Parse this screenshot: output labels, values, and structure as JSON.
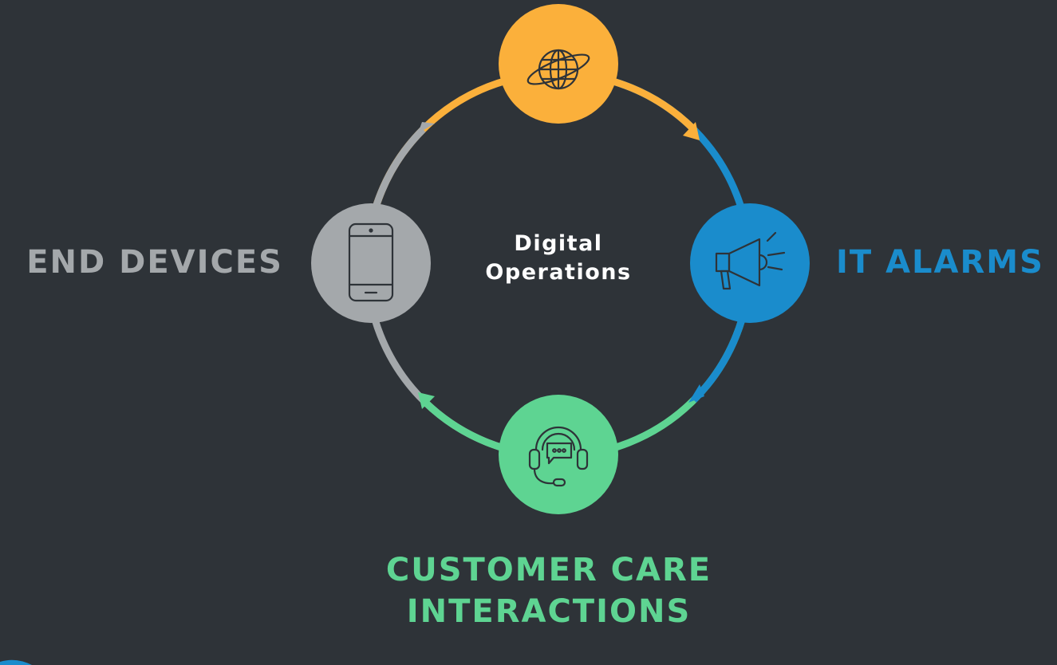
{
  "center": {
    "line1": "Digital",
    "line2": "Operations"
  },
  "nodes": {
    "top": {
      "icon": "globe-icon",
      "color": "#fbb03b"
    },
    "right": {
      "icon": "megaphone-icon",
      "color": "#1a8ccc",
      "label": "IT ALARMS"
    },
    "bottom": {
      "icon": "headset-icon",
      "color": "#5ed492",
      "label_line1": "CUSTOMER CARE",
      "label_line2": "INTERACTIONS"
    },
    "left": {
      "icon": "smartphone-icon",
      "color": "#a4a8ab",
      "label": "END DEVICES"
    }
  },
  "colors": {
    "background": "#2e3338",
    "icon_stroke": "#2e3338",
    "center_text": "#ffffff",
    "corner_accent": "#1a8ccc"
  }
}
